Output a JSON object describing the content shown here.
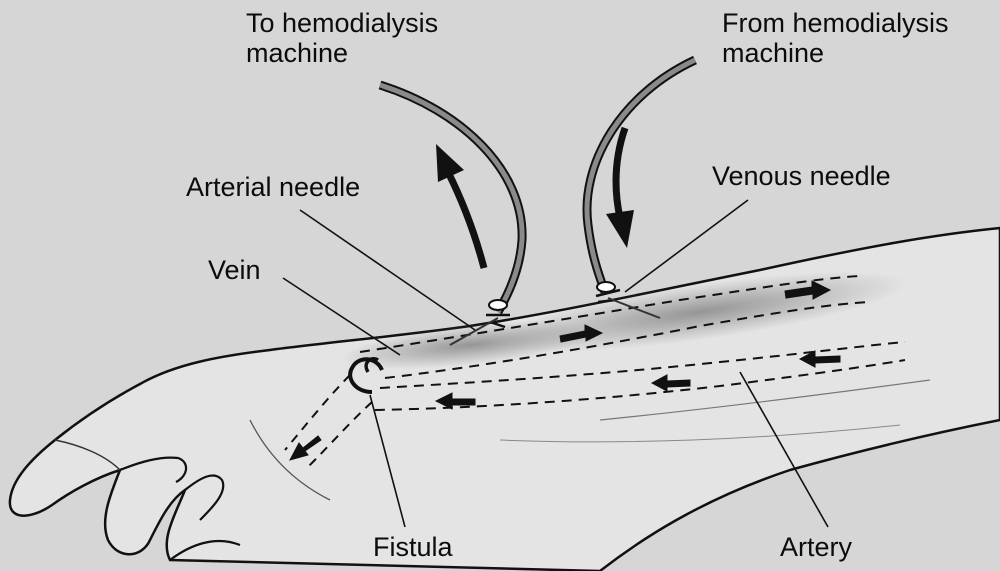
{
  "labels": {
    "to_machine": [
      "To hemodialysis",
      "machine"
    ],
    "from_machine": [
      "From hemodialysis",
      "machine"
    ],
    "arterial_needle": "Arterial needle",
    "venous_needle": "Venous needle",
    "vein": "Vein",
    "fistula": "Fistula",
    "artery": "Artery"
  },
  "colors": {
    "background": "#d6d6d6",
    "skin": "#e6e6e6",
    "outline": "#111111",
    "tube": "#8a8a8a",
    "shading": "#9a9a9a"
  }
}
